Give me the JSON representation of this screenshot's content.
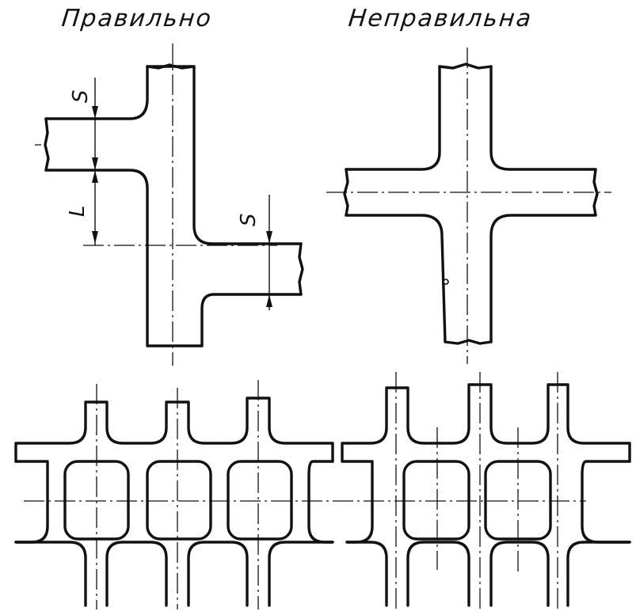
{
  "labels": {
    "correct": "Правильно",
    "incorrect": "Неправильна"
  },
  "dimensions": {
    "wall_thickness": "S",
    "offset": "L"
  }
}
